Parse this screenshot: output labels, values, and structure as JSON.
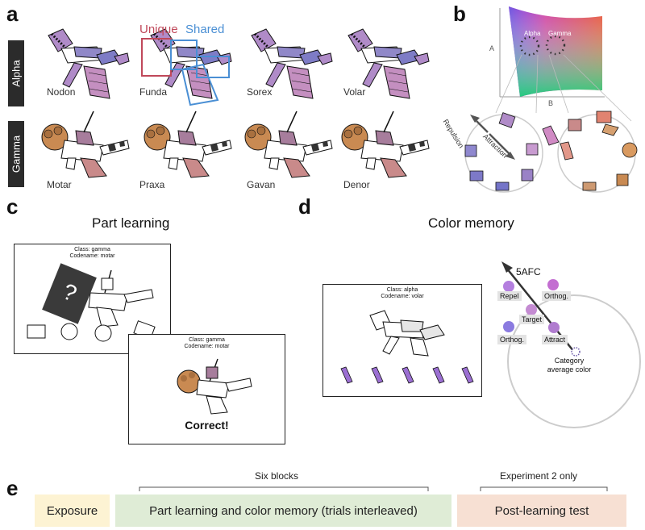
{
  "panel_labels": {
    "a": "a",
    "b": "b",
    "c": "c",
    "d": "d",
    "e": "e"
  },
  "panel_a": {
    "row_alpha": "Alpha",
    "row_gamma": "Gamma",
    "unique_label": "Unique",
    "shared_label": "Shared",
    "alpha_names": [
      "Nodon",
      "Funda",
      "Sorex",
      "Volar"
    ],
    "gamma_names": [
      "Motar",
      "Praxa",
      "Gavan",
      "Denor"
    ],
    "colors": {
      "alpha": "#b08bc8",
      "gamma": "#c98a52",
      "unique": "#c0485a",
      "shared": "#4a8fd4"
    }
  },
  "panel_b": {
    "axis_a": "A",
    "axis_b": "B",
    "cluster_alpha": "Alpha",
    "cluster_gamma": "Gamma",
    "repulsion": "Repulsion",
    "attraction": "Attraction"
  },
  "panel_c": {
    "title": "Part learning",
    "screen1_class": "Class: gamma",
    "screen1_codename": "Codename: motar",
    "question_mark": "?",
    "screen2_class": "Class: gamma",
    "screen2_codename": "Codename: motar",
    "feedback": "Correct!"
  },
  "panel_d": {
    "title": "Color memory",
    "screen_class": "Class: alpha",
    "screen_codename": "Codename: volar",
    "afc_label": "5AFC",
    "repel": "Repel",
    "orthog_top": "Orthog.",
    "target": "Target",
    "orthog_bottom": "Orthog.",
    "attract": "Attract",
    "category_avg_line1": "Category",
    "category_avg_line2": "average color"
  },
  "panel_e": {
    "six_blocks": "Six blocks",
    "exp2_only": "Experiment 2 only",
    "exposure": "Exposure",
    "part_learning_color_memory": "Part learning and color memory (trials interleaved)",
    "post_learning_test": "Post-learning test",
    "colors": {
      "exposure": "#fdf3d3",
      "middle": "#dfecd6",
      "post": "#f7e0d3"
    }
  }
}
